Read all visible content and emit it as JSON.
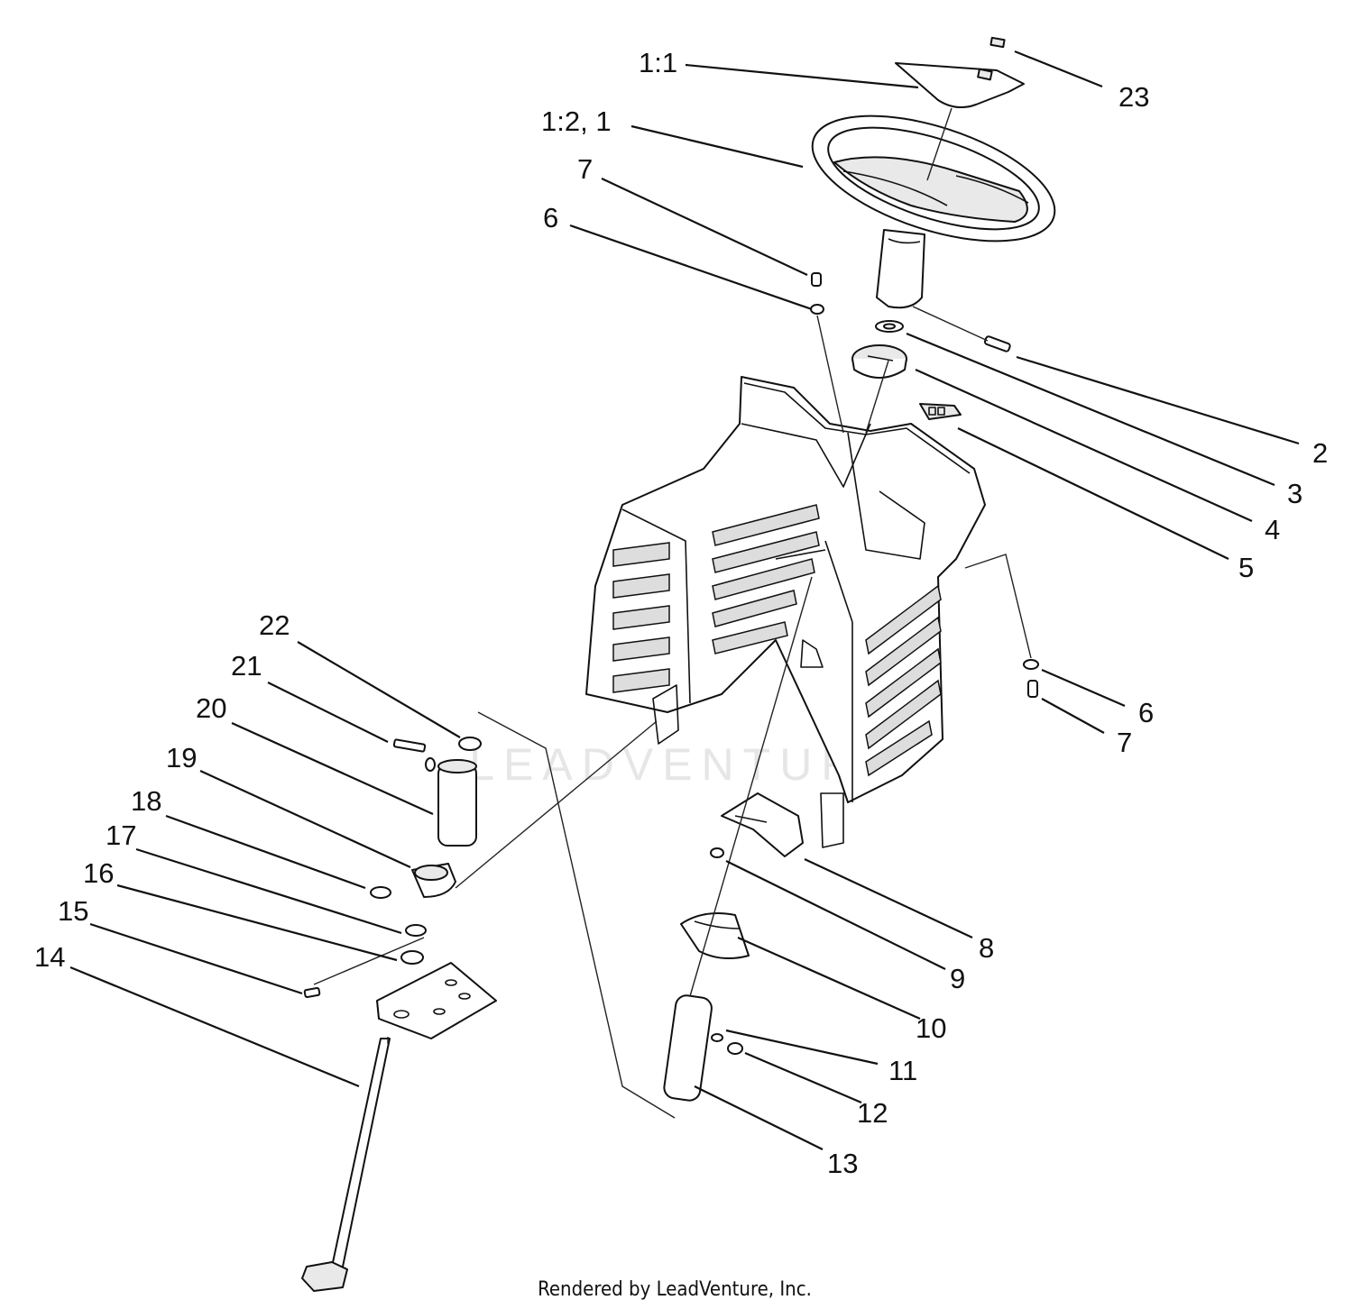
{
  "diagram": {
    "callouts": [
      {
        "id": "c1-1",
        "label": "1:1"
      },
      {
        "id": "c23",
        "label": "23"
      },
      {
        "id": "c1-2",
        "label": "1:2,  1"
      },
      {
        "id": "c7a",
        "label": "7"
      },
      {
        "id": "c6a",
        "label": "6"
      },
      {
        "id": "c2",
        "label": "2"
      },
      {
        "id": "c3",
        "label": "3"
      },
      {
        "id": "c4",
        "label": "4"
      },
      {
        "id": "c5",
        "label": "5"
      },
      {
        "id": "c6b",
        "label": "6"
      },
      {
        "id": "c7b",
        "label": "7"
      },
      {
        "id": "c22",
        "label": "22"
      },
      {
        "id": "c21",
        "label": "21"
      },
      {
        "id": "c20",
        "label": "20"
      },
      {
        "id": "c19",
        "label": "19"
      },
      {
        "id": "c18",
        "label": "18"
      },
      {
        "id": "c17",
        "label": "17"
      },
      {
        "id": "c16",
        "label": "16"
      },
      {
        "id": "c15",
        "label": "15"
      },
      {
        "id": "c14",
        "label": "14"
      },
      {
        "id": "c8",
        "label": "8"
      },
      {
        "id": "c9",
        "label": "9"
      },
      {
        "id": "c10",
        "label": "10"
      },
      {
        "id": "c11",
        "label": "11"
      },
      {
        "id": "c12",
        "label": "12"
      },
      {
        "id": "c13",
        "label": "13"
      }
    ],
    "watermark": "LEADVENTURE",
    "footer": "Rendered by LeadVenture, Inc."
  }
}
